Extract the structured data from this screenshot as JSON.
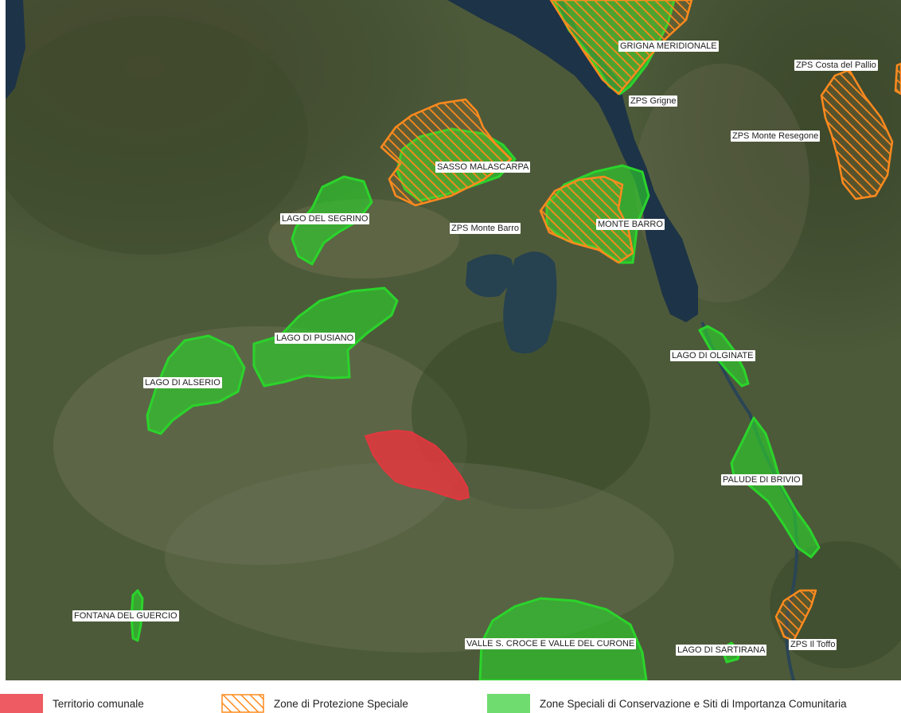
{
  "colors": {
    "territory": "#e0383f",
    "zps_orange": "#ff8a1e",
    "zsc_green": "#2bd42b",
    "legend_territory": "#ee5b63",
    "legend_zsc": "#6fdc6f"
  },
  "labels": {
    "grigna_meridionale": "GRIGNA MERIDIONALE",
    "zps_costa_del_pallio": "ZPS  Costa del Pallio",
    "zps_grigne": "ZPS  Grigne",
    "zps_monte_resegone": "ZPS  Monte Resegone",
    "sasso_malascarpa": "SASSO MALASCARPA",
    "lago_del_segrino": "LAGO DEL SEGRINO",
    "zps_monte_barro": "ZPS  Monte Barro",
    "monte_barro": "MONTE BARRO",
    "lago_di_pusiano": "LAGO DI PUSIANO",
    "lago_di_alserio": "LAGO DI ALSERIO",
    "lago_di_olginate": "LAGO DI OLGINATE",
    "palude_di_brivio": "PALUDE DI BRIVIO",
    "fontana_del_guercio": "FONTANA DEL GUERCIO",
    "valle_s_croce": "VALLE S. CROCE E VALLE  DEL CURONE",
    "lago_di_sartirana": "LAGO DI SARTIRANA",
    "zps_il_toffo": "ZPS  Il Toffo"
  },
  "legend": {
    "territory": "Territorio comunale",
    "zps": "Zone di Protezione Speciale",
    "zsc": "Zone Speciali di Conservazione e Siti di Importanza Comunitaria"
  }
}
